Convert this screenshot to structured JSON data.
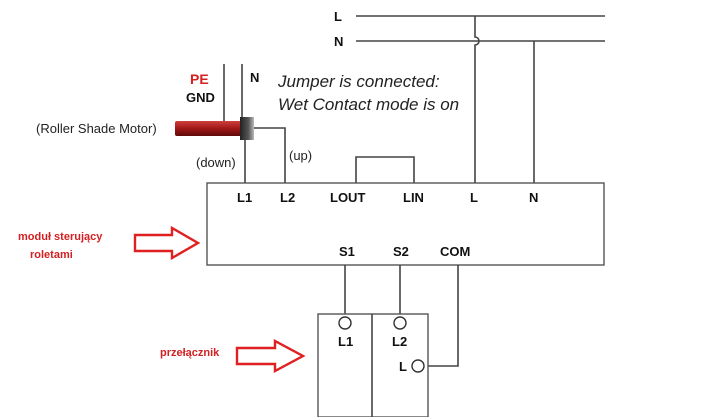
{
  "mains": {
    "line_label": "L",
    "neutral_label": "N"
  },
  "motor": {
    "pe_label": "PE",
    "gnd_label": "GND",
    "n_label": "N",
    "name_label": "(Roller Shade Motor)",
    "down_label": "(down)",
    "up_label": "(up)"
  },
  "note": {
    "line1": "Jumper is connected:",
    "line2": "Wet Contact mode is on"
  },
  "module": {
    "caption_line1": "moduł sterujący",
    "caption_line2": "roletami",
    "terminals_top": [
      "L1",
      "L2",
      "LOUT",
      "LIN",
      "L",
      "N"
    ],
    "terminals_bottom": [
      "S1",
      "S2",
      "COM"
    ]
  },
  "switch": {
    "caption": "przełącznik",
    "terminal_l1": "L1",
    "terminal_l2": "L2",
    "terminal_l": "L"
  },
  "colors": {
    "wire": "#444444",
    "annotation_red": "#d42020",
    "motor_cable": "#a01818"
  },
  "icons": {
    "annotation_arrow": "arrow-right-outline-icon"
  }
}
